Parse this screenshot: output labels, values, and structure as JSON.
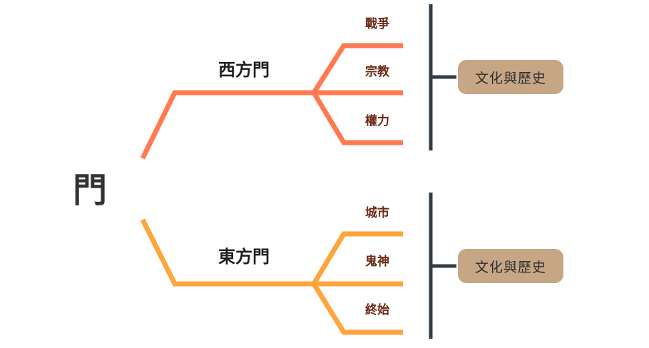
{
  "diagram": {
    "root": "門",
    "branches": [
      {
        "label": "西方門",
        "color": "#ff7a52",
        "children": [
          "戰爭",
          "宗教",
          "權力"
        ],
        "summary": "文化與歷史"
      },
      {
        "label": "東方門",
        "color": "#ffa53c",
        "children": [
          "城市",
          "鬼神",
          "終始"
        ],
        "summary": "文化與歷史"
      }
    ],
    "colors": {
      "bracket": "#333b44",
      "summary_box": "#c6a685"
    }
  }
}
